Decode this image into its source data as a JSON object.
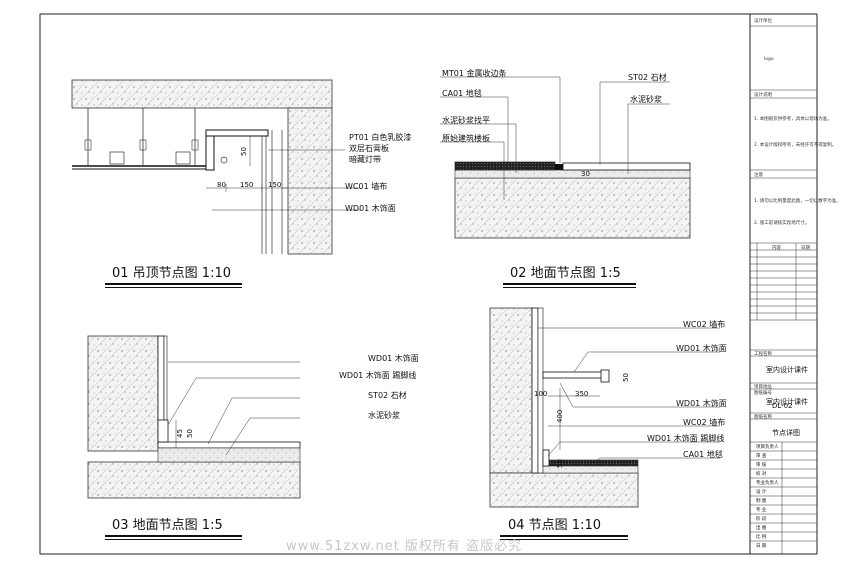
{
  "details": {
    "d01": {
      "title": "01 吊顶节点图 1:10",
      "labels": [
        "PT01 白色乳胶漆",
        "双层石膏板",
        "暗藏灯带",
        "WC01 墙布",
        "WD01 木饰面"
      ],
      "dims": [
        "80",
        "150",
        "150",
        "50"
      ]
    },
    "d02": {
      "title": "02 地面节点图 1:5",
      "labels": [
        "MT01 金属收边条",
        "CA01 地毯",
        "水泥砂浆找平",
        "原始建筑楼板",
        "ST02 石材",
        "水泥砂浆"
      ],
      "dims": [
        "30"
      ]
    },
    "d03": {
      "title": "03 地面节点图 1:5",
      "labels": [
        "WD01 木饰面",
        "WD01 木饰面 踢脚线",
        "ST02 石材",
        "水泥砂浆"
      ],
      "dims": [
        "45",
        "50"
      ]
    },
    "d04": {
      "title": "04 节点图 1:10",
      "labels": [
        "WC02 墙布",
        "WD01 木饰面",
        "WD01 木饰面",
        "WC02 墙布",
        "WD01 木饰面 踢脚线",
        "CA01 地毯"
      ],
      "dims": [
        "50",
        "100",
        "350",
        "400",
        "50"
      ]
    }
  },
  "titleblock": {
    "design_unit": "设计单位",
    "logo_text": "logo",
    "notes_title": "设计说明",
    "notes": [
      "1. 本图纸仅供参考，具体以现场为准。",
      "2. 本设计版权所有，未经许可不得复制。"
    ],
    "attention_title": "注意",
    "attention": [
      "1. 请勿以比例量度此图，一切以数字为准。",
      "2. 施工前请核实现场尺寸。"
    ],
    "rev_header": [
      "内容",
      "日期"
    ],
    "project_name_label": "工程名称",
    "project_name": "室内设计课件",
    "project_addr_label": "项目地址",
    "project_addr": "室内设计课件",
    "drawing_no_label": "图纸编号",
    "drawing_no": "DL-02",
    "drawing_name_label": "图纸名称",
    "drawing_name": "节点详图",
    "roles": [
      "项目负责人",
      "审 查",
      "审 核",
      "校 对",
      "专业负责人",
      "设 计",
      "制 图",
      "专 业",
      "阶 段",
      "出 图",
      "比 例",
      "日 期"
    ]
  },
  "watermark": "www.51zxw.net 版权所有 盗版必究"
}
